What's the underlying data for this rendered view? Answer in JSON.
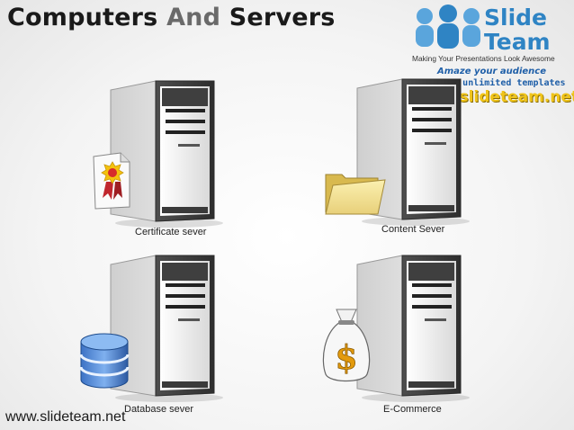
{
  "title": {
    "word1": "Computers",
    "word2": "And",
    "word3": "Servers"
  },
  "logo": {
    "brand_line1": "Slide",
    "brand_line2": "Team",
    "tagline": "Making Your Presentations Look Awesome",
    "promo_line1": "Amaze your audience",
    "promo_line2": "Download unlimited templates",
    "promo_url": "www.slideteam.net"
  },
  "servers": [
    {
      "caption": "Certificate sever",
      "icon": "certificate-icon"
    },
    {
      "caption": "Content Sever",
      "icon": "folder-icon"
    },
    {
      "caption": "Database sever",
      "icon": "database-icon"
    },
    {
      "caption": "E-Commerce",
      "icon": "money-bag-icon"
    }
  ],
  "footer": {
    "url": "www.slideteam.net"
  },
  "colors": {
    "logo_blue": "#2f84c4",
    "promo_yellow": "#f0c419",
    "server_body": "#e8e8e8",
    "server_front": "#4a4a4a"
  }
}
